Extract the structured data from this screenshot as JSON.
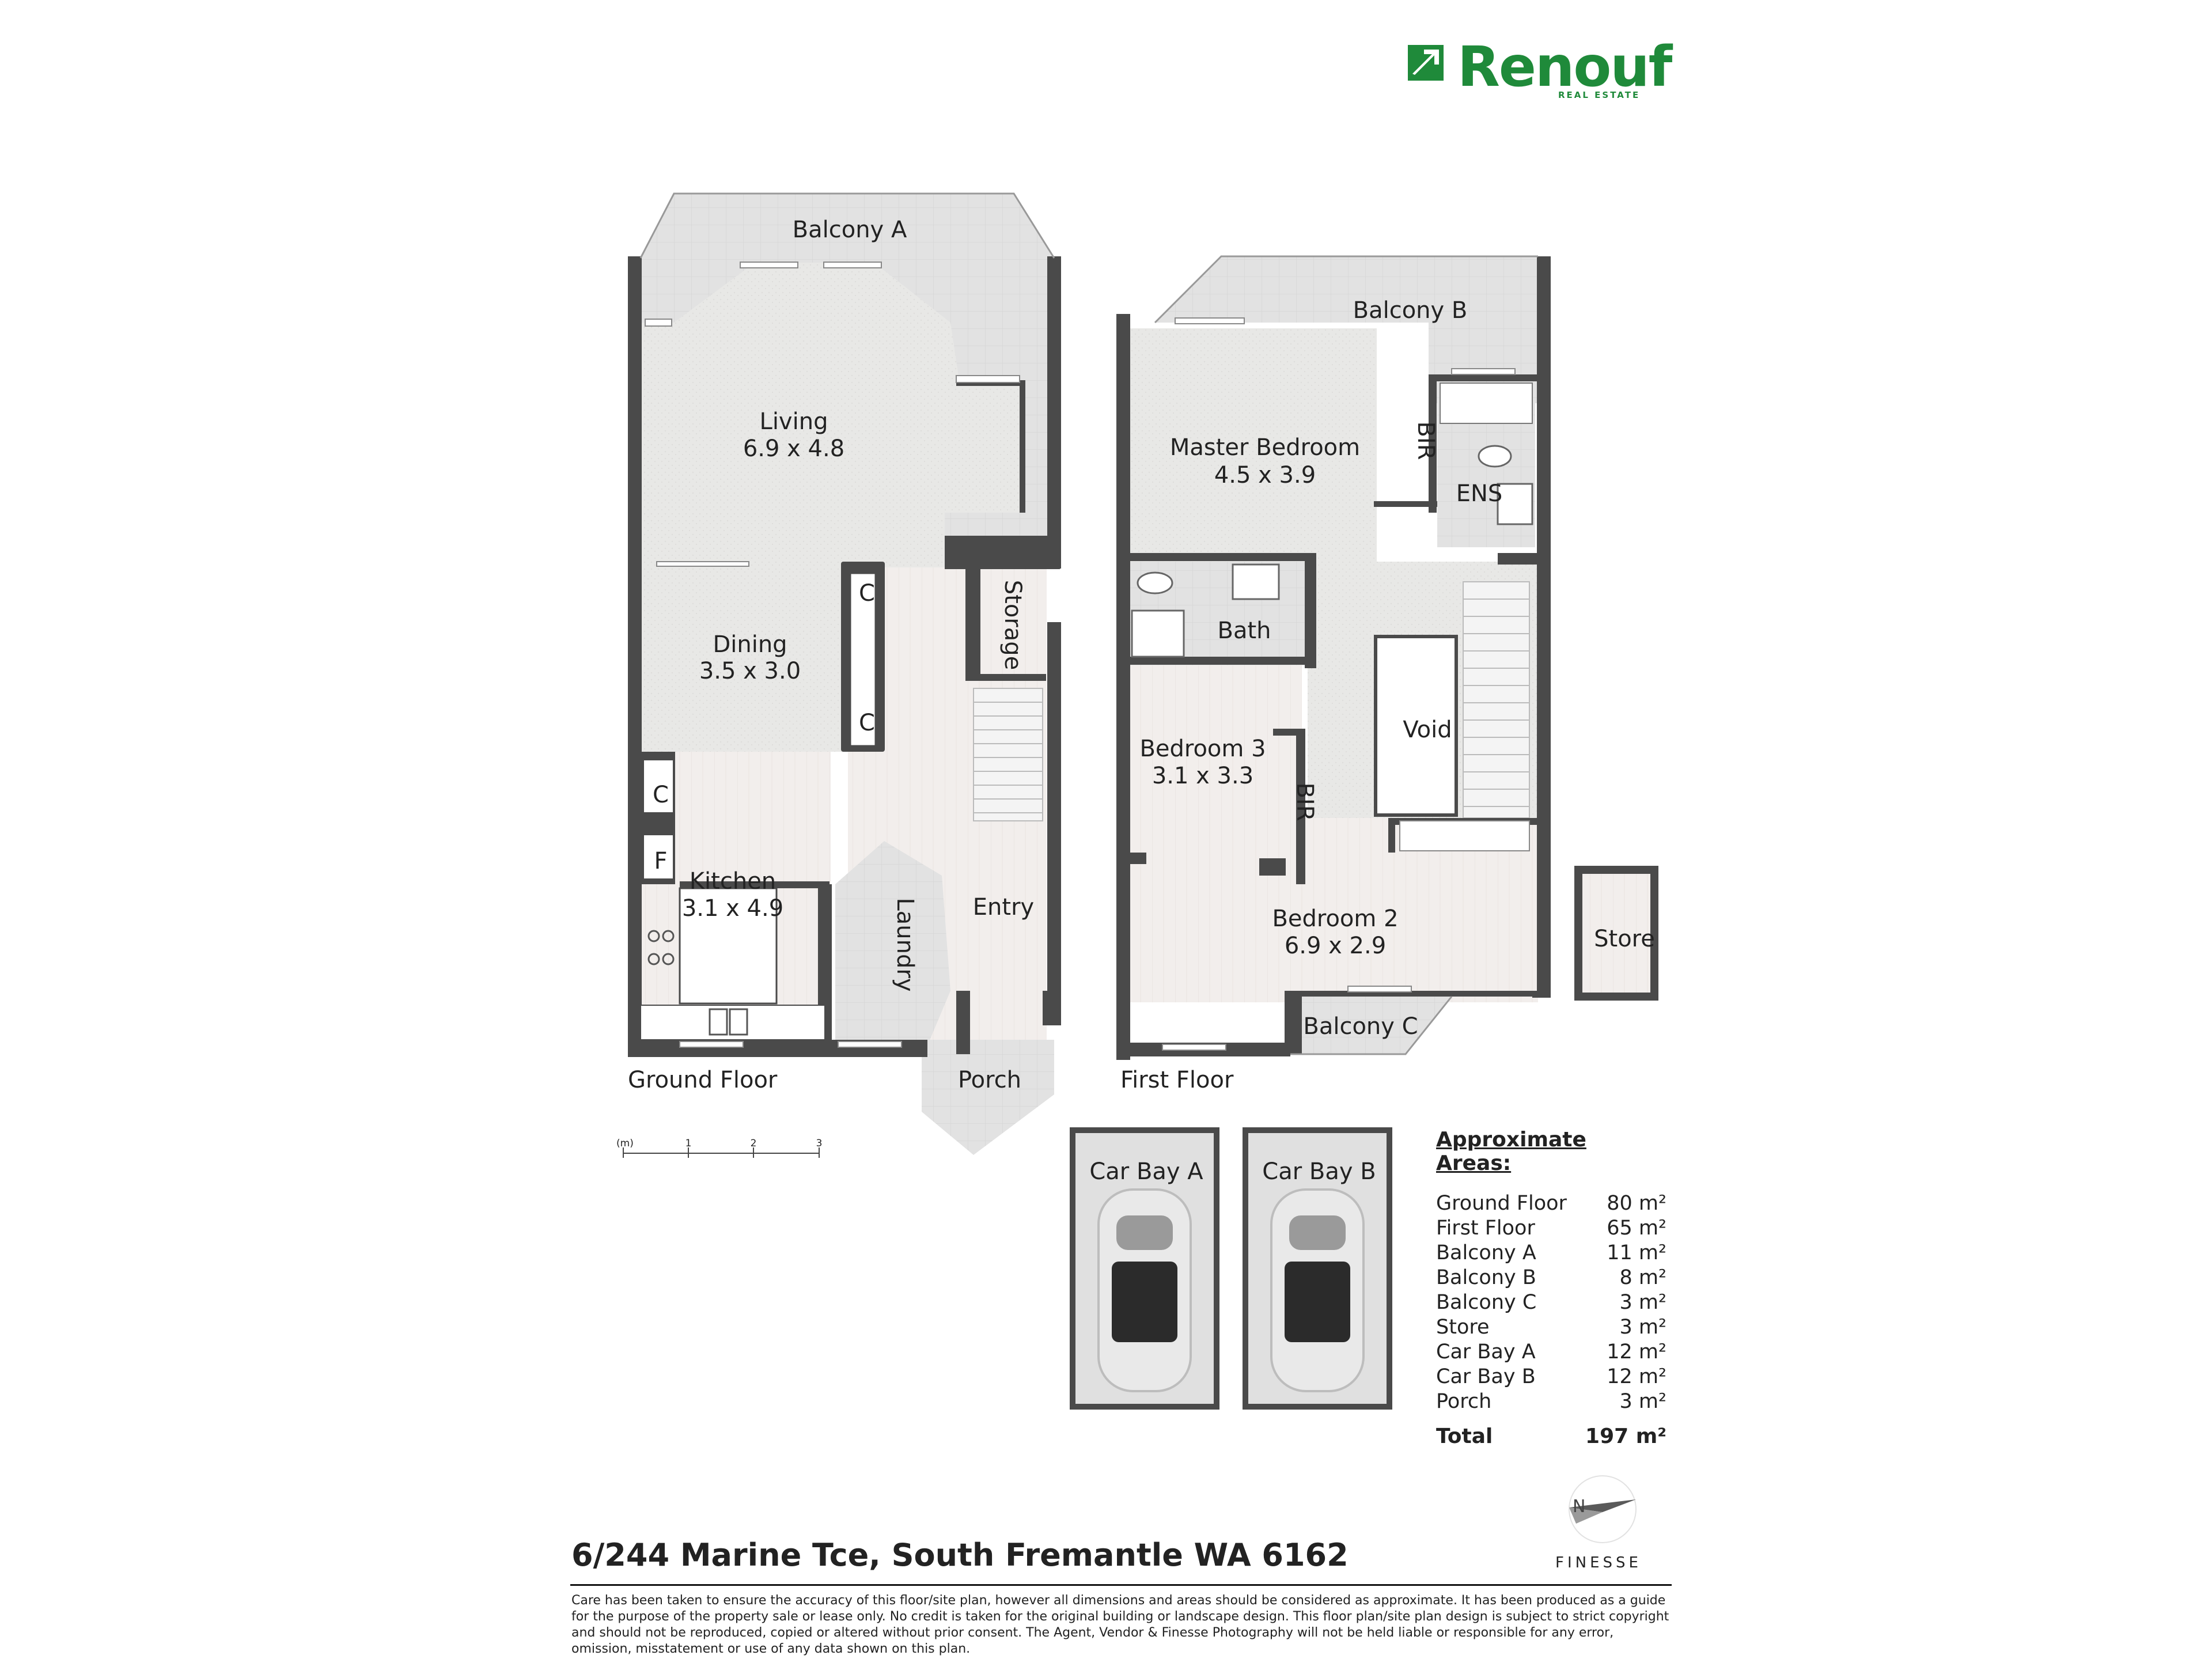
{
  "brand": {
    "name": "Renouf",
    "subtitle": "REAL ESTATE",
    "color": "#1f8a3a"
  },
  "rooms": {
    "balcony_a": "Balcony A",
    "living": "Living",
    "living_dim": "6.9 x 4.8",
    "dining": "Dining",
    "dining_dim": "3.5 x 3.0",
    "kitchen": "Kitchen",
    "kitchen_dim": "3.1 x 4.9",
    "laundry": "Laundry",
    "entry": "Entry",
    "storage": "Storage",
    "porch": "Porch",
    "cupboard": "C",
    "fridge": "F",
    "balcony_b": "Balcony B",
    "master": "Master Bedroom",
    "master_dim": "4.5 x 3.9",
    "bir": "BIR",
    "ens": "ENS",
    "bath": "Bath",
    "void": "Void",
    "bed3": "Bedroom 3",
    "bed3_dim": "3.1 x 3.3",
    "bed2": "Bedroom 2",
    "bed2_dim": "6.9 x 2.9",
    "balcony_c": "Balcony C",
    "store": "Store",
    "car_a": "Car Bay A",
    "car_b": "Car Bay B"
  },
  "floors": {
    "ground": "Ground Floor",
    "first": "First Floor"
  },
  "scale": {
    "unit": "(m)",
    "ticks": [
      "1",
      "2",
      "3"
    ]
  },
  "areas": {
    "heading": "Approximate Areas:",
    "items": [
      {
        "label": "Ground Floor",
        "value": "80 m²"
      },
      {
        "label": "First Floor",
        "value": "65 m²"
      },
      {
        "label": "Balcony A",
        "value": "11 m²"
      },
      {
        "label": "Balcony B",
        "value": "8 m²"
      },
      {
        "label": "Balcony C",
        "value": "3 m²"
      },
      {
        "label": "Store",
        "value": "3 m²"
      },
      {
        "label": "Car Bay A",
        "value": "12 m²"
      },
      {
        "label": "Car Bay B",
        "value": "12 m²"
      },
      {
        "label": "Porch",
        "value": "3 m²"
      }
    ],
    "total_label": "Total",
    "total_value": "197 m²"
  },
  "address": "6/244 Marine Tce, South Fremantle WA 6162",
  "photographer": "FINESSE",
  "disclaimer": "Care has been taken to ensure the accuracy of this floor/site plan, however all dimensions and areas should be considered as approximate. It has been produced as a guide for the purpose of the property sale or lease only. No credit is taken for the original building or landscape design. This floor plan/site plan design is subject to strict copyright and should not be reproduced, copied or altered without prior consent. The Agent, Vendor & Finesse Photography will not be held liable or responsible for any error, omission, misstatement or use of any data shown on this plan."
}
